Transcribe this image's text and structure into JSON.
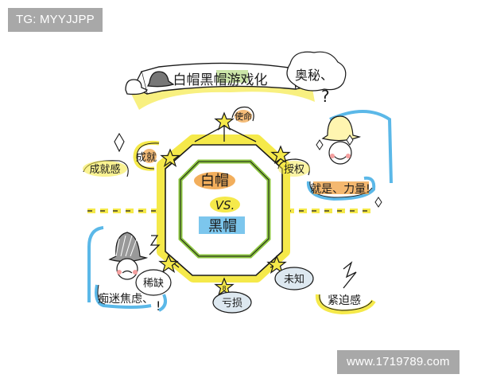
{
  "watermarks": {
    "top_left": "TG: MYYJJPP",
    "bottom_right": "www.1719789.com"
  },
  "banner": {
    "title": "白帽黑帽游戏化",
    "side_note": "奥秘、"
  },
  "center": {
    "white_hat": "白帽",
    "vs": "VS.",
    "black_hat": "黑帽"
  },
  "nodes": [
    {
      "id": "1",
      "label": "使命",
      "position": "top"
    },
    {
      "id": "2",
      "label": "授权",
      "position": "upper-right"
    },
    {
      "id": "3",
      "label": "成就",
      "position": "upper-left"
    },
    {
      "id": "6",
      "label": "稀缺",
      "position": "lower-left"
    },
    {
      "id": "7",
      "label": "未知",
      "position": "lower-right"
    },
    {
      "id": "8",
      "label": "亏损",
      "position": "bottom"
    }
  ],
  "feelings": {
    "white_side": "成就感",
    "white_result": "就是、力量!",
    "black_result": "痴迷焦虑、",
    "urgency": "紧迫感"
  },
  "colors": {
    "yellow": "#f5e94a",
    "green": "#8cc63f",
    "blue": "#5bb8e8",
    "orange": "#f0a040",
    "ink": "#1a1a1a"
  }
}
